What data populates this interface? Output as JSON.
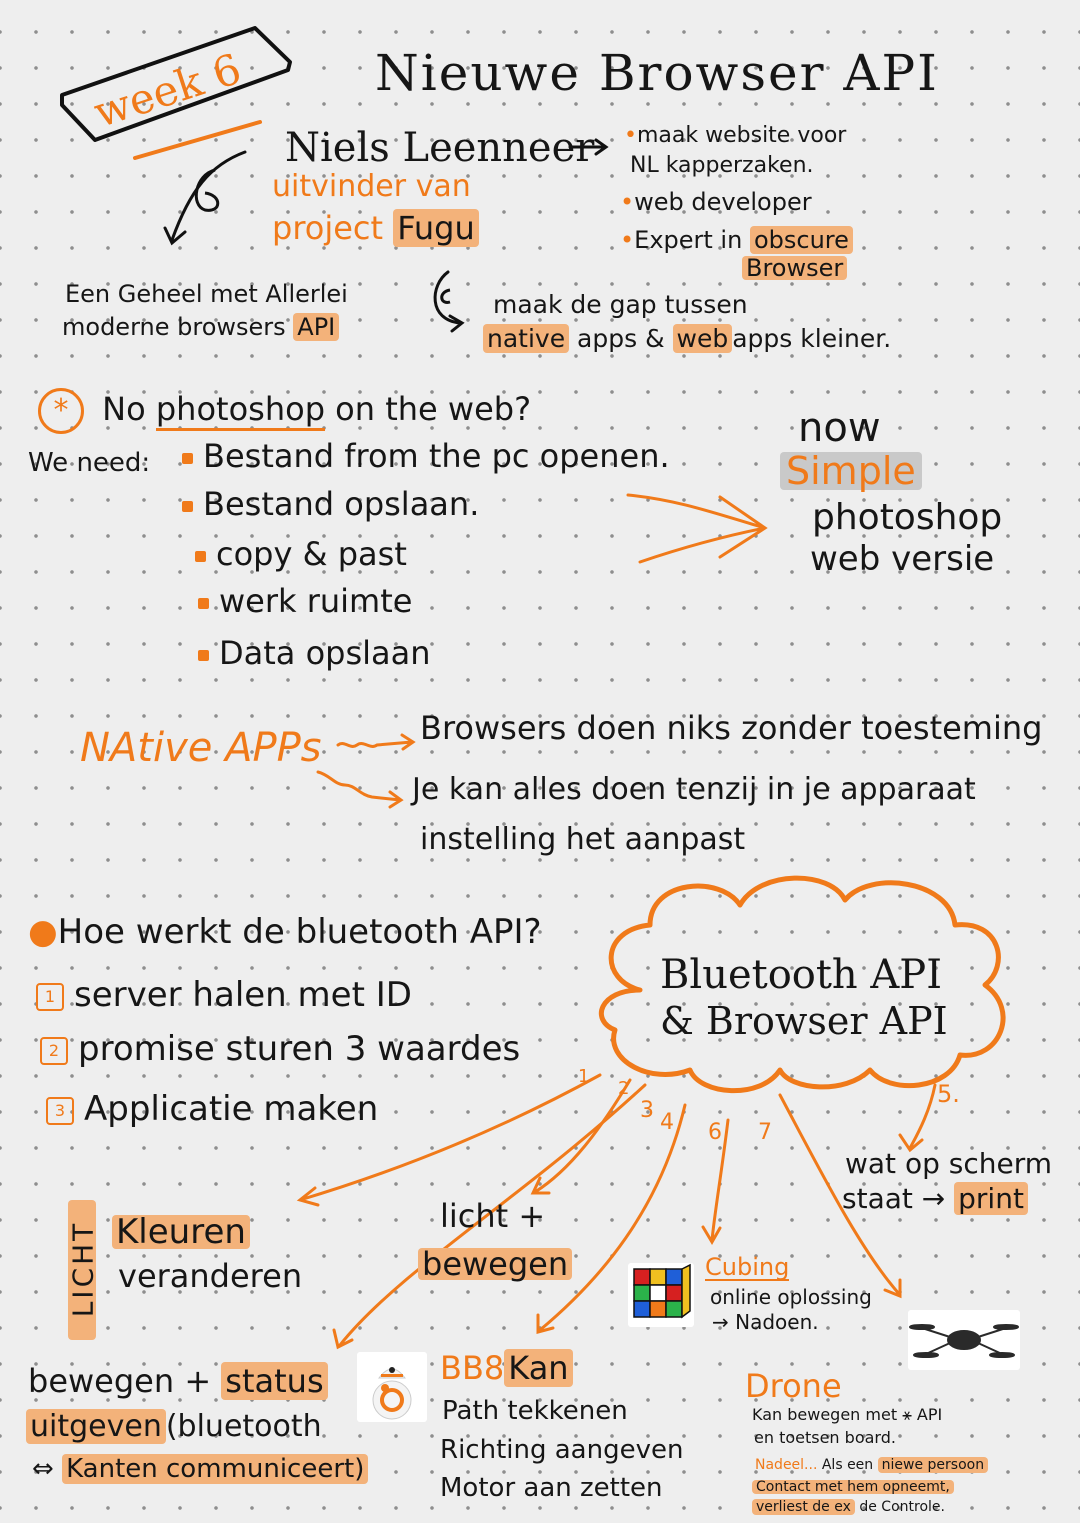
{
  "header": {
    "week": "week 6",
    "title": "Nieuwe Browser API"
  },
  "speaker": {
    "name": "Niels Leenneer",
    "inventor_line1": "uitvinder van",
    "inventor_line2": "project",
    "inventor_hl": "Fugu",
    "facts": {
      "f1_line1": "maak website voor",
      "f1_line2": "NL kapperzaken.",
      "f2": "web developer",
      "f3": "Expert in",
      "f3_hl1": "obscure",
      "f3_hl2": "Browser"
    },
    "whole_line1": "Een Geheel met Allerlei",
    "whole_line2": "moderne browsers",
    "whole_hl": "API",
    "gap_line1": "maak de gap tussen",
    "gap_hl1": "native",
    "gap_mid": "apps &",
    "gap_hl2": "web",
    "gap_end": "apps kleiner."
  },
  "photoshop": {
    "star": "*",
    "question_pre": "No",
    "question_word": "photoshop",
    "question_post": "on the web?",
    "we_need": "We need:",
    "needs": [
      "Bestand from the pc openen.",
      "Bestand opslaan.",
      "copy & past",
      "werk ruimte",
      "Data opslaan"
    ],
    "result_now": "now",
    "result_simple": "Simple",
    "result_line2": "photoshop",
    "result_line3": "web versie"
  },
  "native": {
    "label": "NAtive APPs",
    "point1": "Browsers doen niks zonder toesteming",
    "point2_line1": "Je kan alles doen tenzij in je apparaat",
    "point2_line2": "instelling het aanpast"
  },
  "bluetooth": {
    "question": "Hoe werkt de bluetooth API?",
    "steps": [
      {
        "num": "1",
        "text": "server halen met ID"
      },
      {
        "num": "2",
        "text": "promise sturen 3 waardes"
      },
      {
        "num": "3",
        "text": "Applicatie maken"
      }
    ],
    "cloud_line1": "Bluetooth API",
    "cloud_line2": "& Browser API",
    "branch_numbers": [
      "1",
      "2",
      "3",
      "4",
      "6",
      "7",
      "5."
    ]
  },
  "examples": {
    "licht_vertical": "LICHT",
    "kleuren": "Kleuren",
    "veranderen": "veranderen",
    "licht_plus": "licht +",
    "bewegen_hl": "bewegen",
    "status_line1": "bewegen +",
    "status_hl": "status",
    "uitgeven_hl": "uitgeven",
    "uitgeven_rest": "(bluetooth",
    "kanten_arrow": "⇔",
    "kanten_hl": "Kanten communiceert)",
    "bb8_title": "BB8",
    "bb8_kan": "Kan",
    "bb8_line1": "Path tekkenen",
    "bb8_line2": "Richting aangeven",
    "bb8_line3": "Motor aan zetten",
    "cubing_title": "Cubing",
    "cubing_line1": "online oplossing",
    "cubing_line2": "→ Nadoen.",
    "print_line1": "wat op scherm",
    "print_line2": "staat →",
    "print_hl": "print",
    "drone_title": "Drone",
    "drone_line1": "Kan bewegen met ⚹ API",
    "drone_line2": "en toetsen board.",
    "drone_nadeel": "Nadeel...",
    "drone_line3a": "Als een",
    "drone_line3b": "niewe persoon",
    "drone_line4": "Contact met hem opneemt,",
    "drone_line5a": "verliest de ex",
    "drone_line5b": "de Controle."
  }
}
